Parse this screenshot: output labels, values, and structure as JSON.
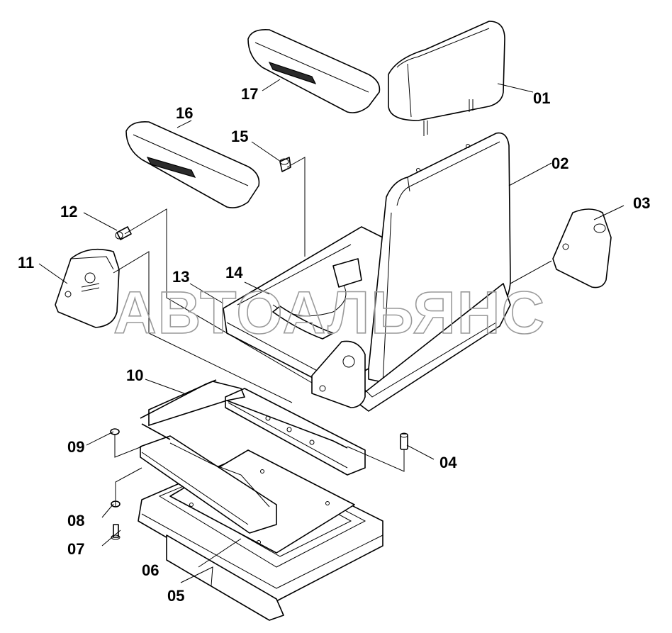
{
  "diagram": {
    "watermark": "АВТОАЛЬЯНС",
    "callouts": [
      "01",
      "02",
      "03",
      "04",
      "05",
      "06",
      "07",
      "08",
      "09",
      "10",
      "11",
      "12",
      "13",
      "14",
      "15",
      "16",
      "17"
    ]
  }
}
